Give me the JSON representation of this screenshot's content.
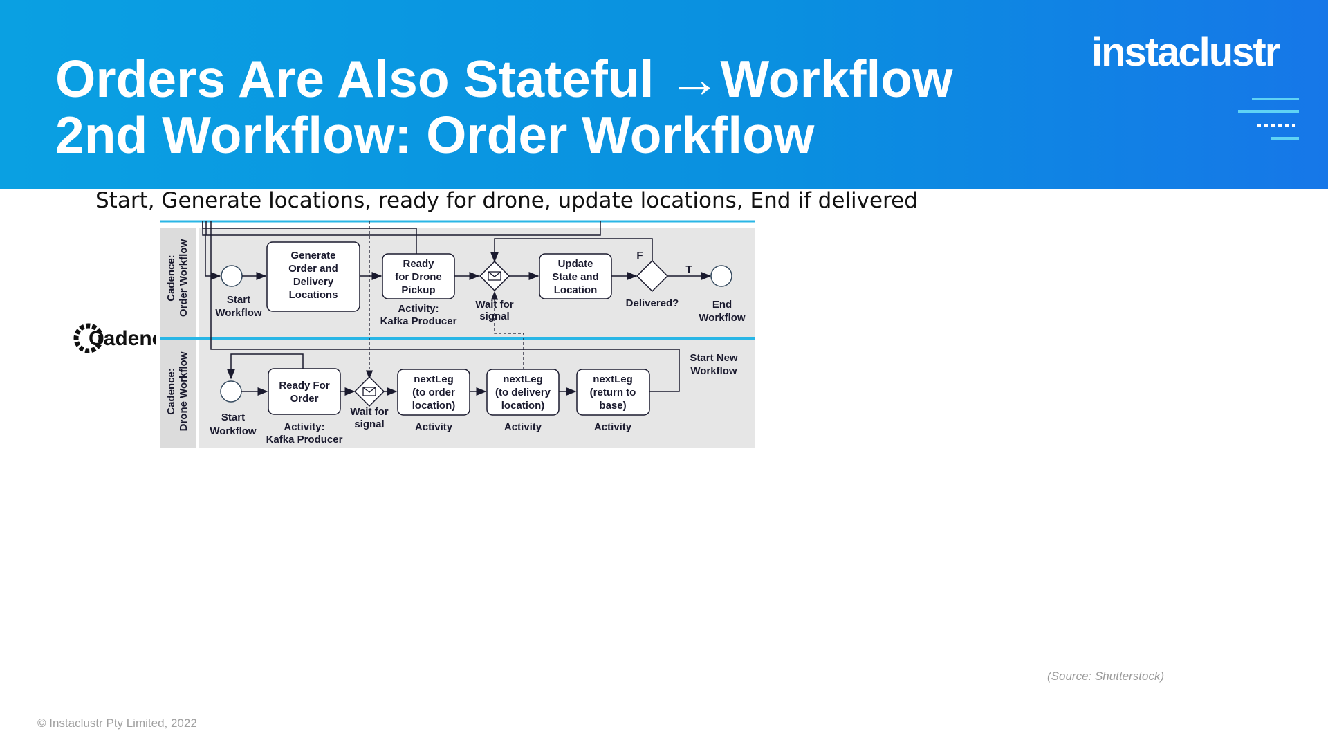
{
  "header": {
    "title_line1": "Orders Are Also Stateful →Workflow",
    "title_line2": "2nd Workflow: Order Workflow",
    "logo_text": "instaclustr"
  },
  "subtitle": "Start, Generate locations, ready for drone, update locations, End if delivered",
  "diagram": {
    "brand": "Cadence",
    "lane_order": {
      "line1": "Cadence:",
      "line2": "Order Workflow"
    },
    "lane_drone": {
      "line1": "Cadence:",
      "line2": "Drone Workflow"
    },
    "order": {
      "start": {
        "line1": "Start",
        "line2": "Workflow"
      },
      "generate": {
        "line1": "Generate",
        "line2": "Order and",
        "line3": "Delivery",
        "line4": "Locations"
      },
      "ready": {
        "line1": "Ready",
        "line2": "for Drone",
        "line3": "Pickup"
      },
      "ready_note": {
        "line1": "Activity:",
        "line2": "Kafka Producer"
      },
      "wait": {
        "line1": "Wait for",
        "line2": "signal"
      },
      "update": {
        "line1": "Update",
        "line2": "State and",
        "line3": "Location"
      },
      "delivered": "Delivered?",
      "false_label": "F",
      "true_label": "T",
      "end": {
        "line1": "End",
        "line2": "Workflow"
      }
    },
    "drone": {
      "start": {
        "line1": "Start",
        "line2": "Workflow"
      },
      "ready": {
        "line1": "Ready For",
        "line2": "Order"
      },
      "ready_note": {
        "line1": "Activity:",
        "line2": "Kafka Producer"
      },
      "wait": {
        "line1": "Wait for",
        "line2": "signal"
      },
      "leg1": {
        "line1": "nextLeg",
        "line2": "(to order",
        "line3": "location)"
      },
      "leg1_note": "Activity",
      "leg2": {
        "line1": "nextLeg",
        "line2": "(to delivery",
        "line3": "location)"
      },
      "leg2_note": "Activity",
      "leg3": {
        "line1": "nextLeg",
        "line2": "(return to",
        "line3": "base)"
      },
      "leg3_note": "Activity",
      "start_new": {
        "line1": "Start New",
        "line2": "Workflow"
      }
    }
  },
  "source": "(Source: Shutterstock)",
  "footer": "© Instaclustr Pty Limited, 2022",
  "colors": {
    "header": "#0a9be2",
    "lane_line": "#29b6e6",
    "lane_bg": "#e8e8e8",
    "ink": "#1a1a2e"
  }
}
